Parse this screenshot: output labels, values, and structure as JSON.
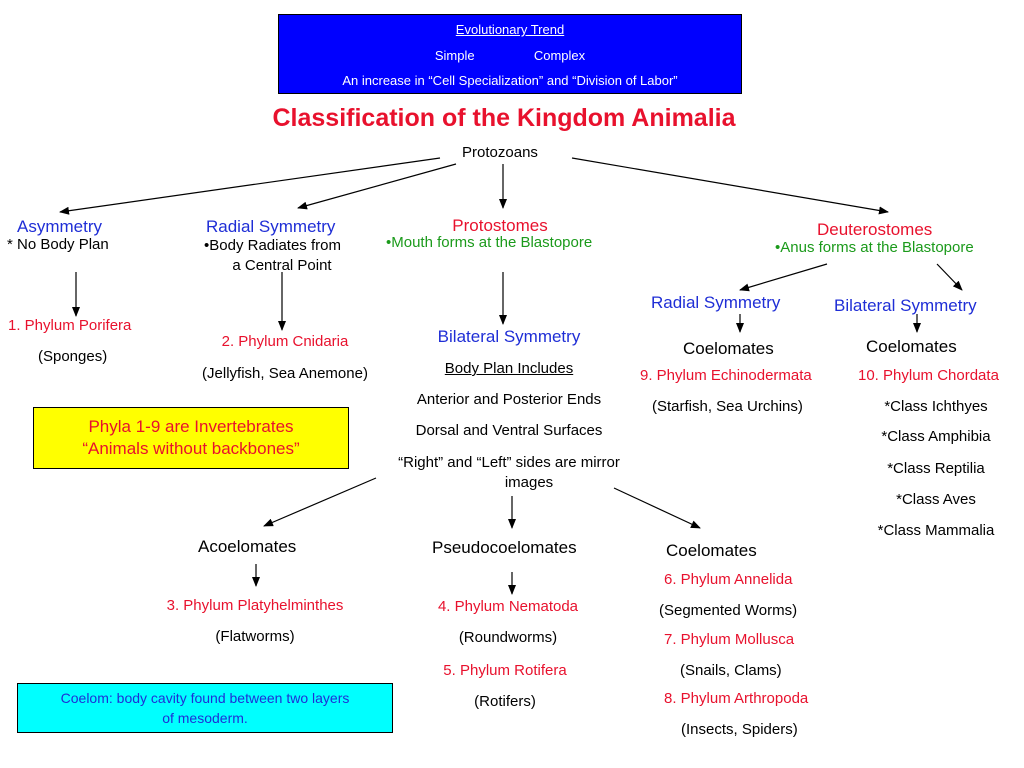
{
  "trend_box": {
    "heading": "Evolutionary Trend",
    "simple": "Simple",
    "complex": "Complex",
    "note": "An increase in “Cell Specialization” and “Division of Labor”"
  },
  "title": "Classification of the  Kingdom Animalia",
  "root": "Protozoans",
  "asymmetry": {
    "label": "Asymmetry",
    "desc": "* No Body Plan",
    "phylum": "1. Phylum Porifera",
    "example": "(Sponges)"
  },
  "radial": {
    "label": "Radial Symmetry",
    "desc1": "•Body Radiates from",
    "desc2": "a Central Point",
    "phylum": "2. Phylum Cnidaria",
    "example": "(Jellyfish, Sea Anemone)"
  },
  "protostomes": {
    "label": "Protostomes",
    "desc": "•Mouth forms at the Blastopore",
    "bilateral": "Bilateral Symmetry",
    "plan_heading": "Body Plan Includes",
    "plan": [
      "Anterior and Posterior Ends",
      "Dorsal and Ventral Surfaces",
      "“Right” and “Left” sides are mirror",
      "images"
    ],
    "acoelomates": {
      "label": "Acoelomates",
      "phylum": "3. Phylum Platyhelminthes",
      "example": "(Flatworms)"
    },
    "pseudocoelomates": {
      "label": "Pseudocoelomates",
      "phylum1": "4. Phylum Nematoda",
      "example1": "(Roundworms)",
      "phylum2": "5. Phylum Rotifera",
      "example2": "(Rotifers)"
    },
    "coelomates": {
      "label": "Coelomates",
      "phylum1": "6. Phylum Annelida",
      "example1": "(Segmented Worms)",
      "phylum2": "7. Phylum Mollusca",
      "example2": "(Snails, Clams)",
      "phylum3": "8. Phylum Arthropoda",
      "example3": "(Insects, Spiders)"
    }
  },
  "deuterostomes": {
    "label": "Deuterostomes",
    "desc": "•Anus forms at the Blastopore",
    "radial": {
      "label": "Radial Symmetry",
      "sub": "Coelomates",
      "phylum": "9. Phylum Echinodermata",
      "example": "(Starfish, Sea Urchins)"
    },
    "bilateral": {
      "label": "Bilateral Symmetry",
      "sub": "Coelomates",
      "phylum": "10. Phylum Chordata",
      "classes": [
        "*Class Ichthyes",
        "*Class Amphibia",
        "*Class Reptilia",
        "*Class Aves",
        "*Class Mammalia"
      ]
    }
  },
  "invertebrate_box": {
    "line1": "Phyla 1-9 are Invertebrates",
    "line2": "“Animals without backbones”"
  },
  "coelom_box": {
    "line1": "Coelom: body cavity found between two layers",
    "line2": "of mesoderm."
  }
}
